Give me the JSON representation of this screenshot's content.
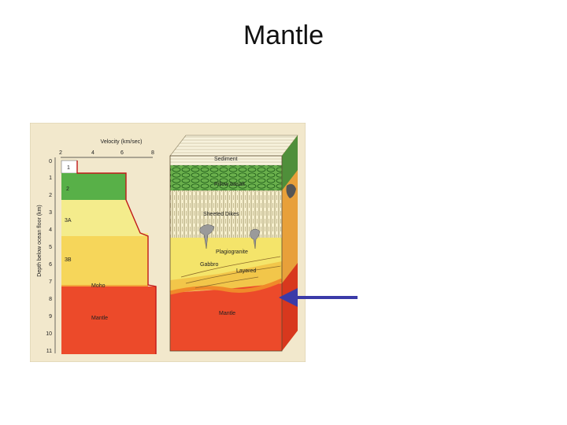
{
  "slide": {
    "title": "Mantle"
  },
  "figure": {
    "velocity_axis": {
      "title": "Velocity (km/sec)",
      "ticks": [
        "2",
        "4",
        "6",
        "8"
      ]
    },
    "depth_axis": {
      "title": "Depth below ocean floor (km)",
      "ticks": [
        "0",
        "1",
        "2",
        "3",
        "4",
        "5",
        "6",
        "7",
        "8",
        "9",
        "10",
        "11"
      ]
    },
    "column_labels": [
      "1",
      "2",
      "3A",
      "3B",
      "Moho",
      "Mantle"
    ],
    "block_labels": {
      "sediment": "Sediment",
      "pillow_basalt": "Pillow basalt",
      "sheeted_dikes": "Sheeted Dikes",
      "plagiogranite": "Plagiogranite",
      "gabbro": "Gabbro",
      "layered": "Layered",
      "mantle": "Mantle"
    },
    "colors": {
      "background": "#f2e8cc",
      "layer1": "#ffffff",
      "layer2": "#58b048",
      "layer3a": "#f4ec8c",
      "layer3b": "#f6d65a",
      "moho": "#f4a83c",
      "mantle": "#ec4a2a",
      "arrow": "#3b3ba8"
    }
  }
}
